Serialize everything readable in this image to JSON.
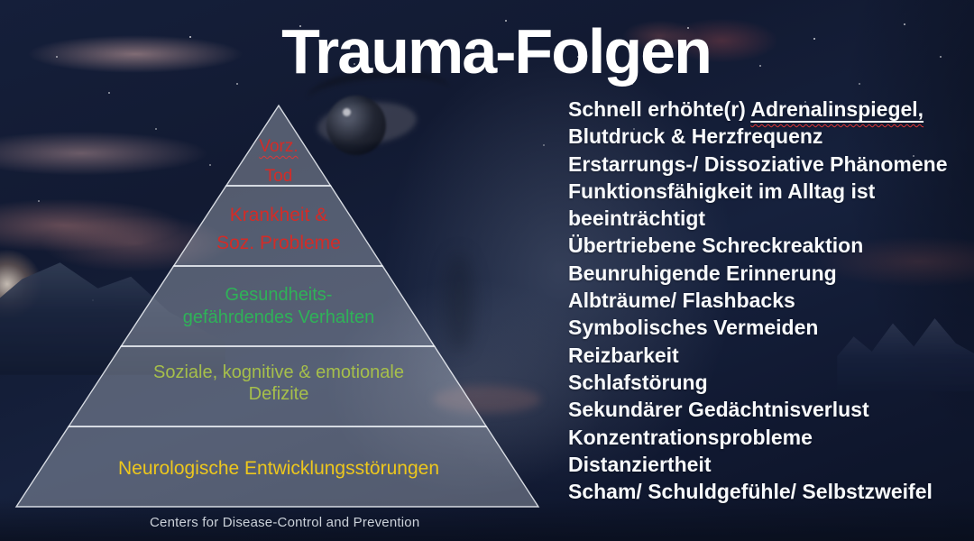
{
  "slide": {
    "title": "Trauma-Folgen",
    "source_caption": "Centers for Disease-Control and Prevention"
  },
  "pyramid": {
    "tiers": [
      {
        "level": 1,
        "color": "#d22c28",
        "lines": [
          {
            "text": "Vorz.",
            "spellcheck": true
          },
          {
            "text": "Tod"
          }
        ]
      },
      {
        "level": 2,
        "color": "#d22c28",
        "lines": [
          {
            "text": "Krankheit &"
          },
          {
            "text": "Soz. Probleme"
          }
        ]
      },
      {
        "level": 3,
        "color": "#2fb258",
        "lines": [
          {
            "text": "Gesundheits-"
          },
          {
            "text": "gefährdendes Verhalten"
          }
        ]
      },
      {
        "level": 4,
        "color": "#a6bf4b",
        "lines": [
          {
            "text": "Soziale, kognitive & emotionale"
          },
          {
            "text": "Defizite"
          }
        ]
      },
      {
        "level": 5,
        "color": "#edc71d",
        "lines": [
          {
            "text": "Neurologische Entwicklungsstörungen"
          }
        ]
      }
    ]
  },
  "right_panel": {
    "text_color": "#f8fafc",
    "lines": [
      {
        "segments": [
          {
            "text": "Schnell erhöhte(r) "
          },
          {
            "text": "Adrenalinspiegel,",
            "underline": true,
            "spellcheck": true
          }
        ]
      },
      {
        "segments": [
          {
            "text": "Blutdruck & Herzfrequenz"
          }
        ]
      },
      {
        "segments": [
          {
            "text": "Erstarrungs-/ Dissoziative Phänomene"
          }
        ]
      },
      {
        "segments": [
          {
            "text": "Funktionsfähigkeit im Alltag ist"
          }
        ]
      },
      {
        "segments": [
          {
            "text": "beeinträchtigt"
          }
        ]
      },
      {
        "segments": [
          {
            "text": "Übertriebene Schreckreaktion"
          }
        ]
      },
      {
        "segments": [
          {
            "text": "Beunruhigende Erinnerung"
          }
        ]
      },
      {
        "segments": [
          {
            "text": "Albträume/ Flashbacks"
          }
        ]
      },
      {
        "segments": [
          {
            "text": "Symbolisches Vermeiden"
          }
        ]
      },
      {
        "segments": [
          {
            "text": "Reizbarkeit"
          }
        ]
      },
      {
        "segments": [
          {
            "text": "Schlafstörung"
          }
        ]
      },
      {
        "segments": [
          {
            "text": "Sekundärer Gedächtnisverlust"
          }
        ]
      },
      {
        "segments": [
          {
            "text": "Konzentrationsprobleme"
          }
        ]
      },
      {
        "segments": [
          {
            "text": "Distanziertheit"
          }
        ]
      },
      {
        "segments": [
          {
            "text": "Scham/ Schuldgefühle/ Selbstzweifel"
          }
        ]
      }
    ]
  },
  "colors": {
    "background_navy": "#131d35",
    "pyramid_fill": "rgba(224,230,238,0.32)",
    "pyramid_stroke": "#f2f6fa",
    "red_text": "#d22c28",
    "green_text": "#2fb258",
    "olive_text": "#a6bf4b",
    "yellow_text": "#edc71d",
    "spellcheck_wavy": "#e03636"
  }
}
